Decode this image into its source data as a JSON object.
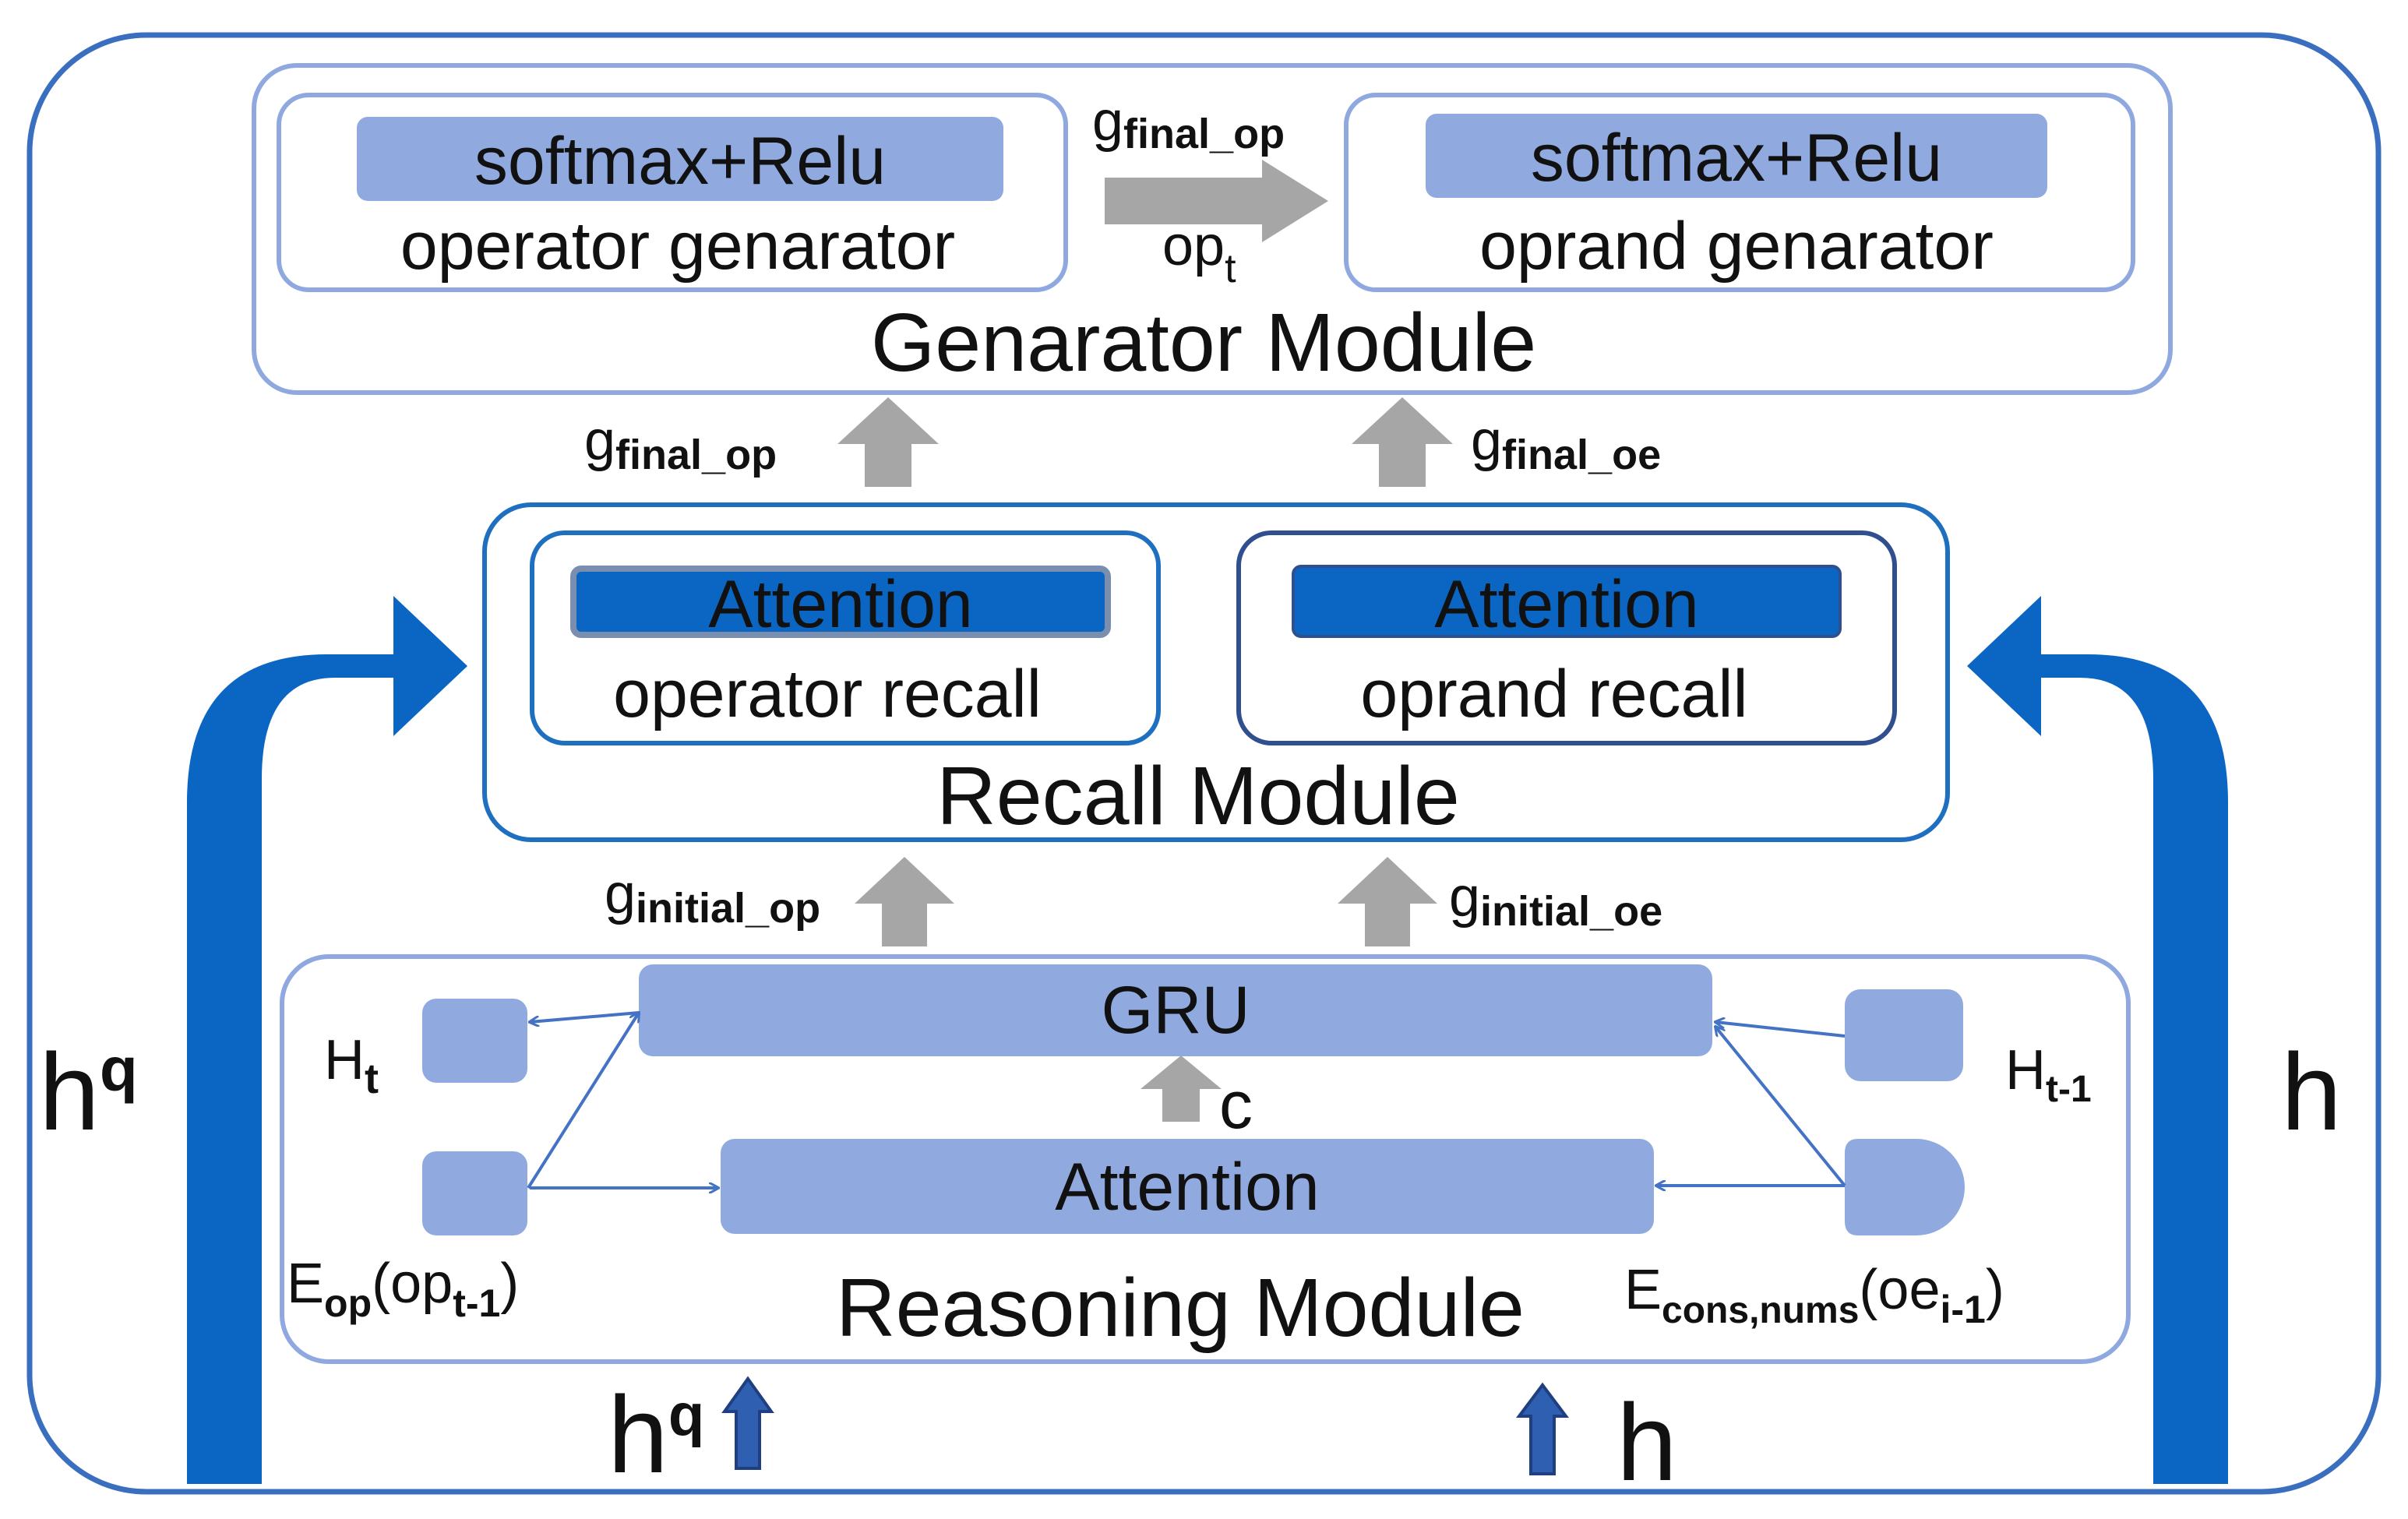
{
  "colors": {
    "outer_border": "#3a6fc0",
    "module_border_light": "#8fa9e0",
    "recall_border": "#1f6fc0",
    "box_light": "#90aadf",
    "attention_dark": "#0a66c2",
    "gray_arrow": "#a6a6a6",
    "blue_thick_arrow": "#0a66c2",
    "thin_line": "#4472c4"
  },
  "generator": {
    "module_label": "Genarator Module",
    "operator": {
      "header": "softmax+Relu",
      "label": "operator genarator"
    },
    "operand": {
      "header": "softmax+Relu",
      "label": "oprand genarator"
    },
    "link_top": {
      "base": "g",
      "sub": "final_op"
    },
    "link_bottom": {
      "base": "op",
      "sub": "t"
    }
  },
  "between_recall_generator": {
    "left": {
      "base": "g",
      "sub": "final_op"
    },
    "right": {
      "base": "g",
      "sub": "final_oe"
    }
  },
  "recall": {
    "module_label": "Recall Module",
    "operator": {
      "header": "Attention",
      "label": "operator recall"
    },
    "operand": {
      "header": "Attention",
      "label": "oprand  recall"
    }
  },
  "between_reasoning_recall": {
    "left": {
      "base": "g",
      "sub": "initial_op"
    },
    "right": {
      "base": "g",
      "sub": "initial_oe"
    }
  },
  "reasoning": {
    "module_label": "Reasoning Module",
    "gru": "GRU",
    "attention": "Attention",
    "context": "c",
    "h_t": {
      "base": "H",
      "sub": "t"
    },
    "h_t1": {
      "base": "H",
      "sub": "t-1"
    },
    "e_op": {
      "base": "E",
      "sub": "op",
      "open": "(op",
      "sub2": "t-1",
      "close": ")"
    },
    "e_cons": {
      "base": "E",
      "sub": "cons,nums",
      "open": "(oe",
      "sub2": "i-1",
      "close": ")"
    }
  },
  "side_inputs": {
    "left": {
      "base": "h",
      "sup": "q"
    },
    "right": {
      "base": "h"
    }
  },
  "bottom_inputs": {
    "left": {
      "base": "h",
      "sup": "q"
    },
    "right": {
      "base": "h"
    }
  }
}
